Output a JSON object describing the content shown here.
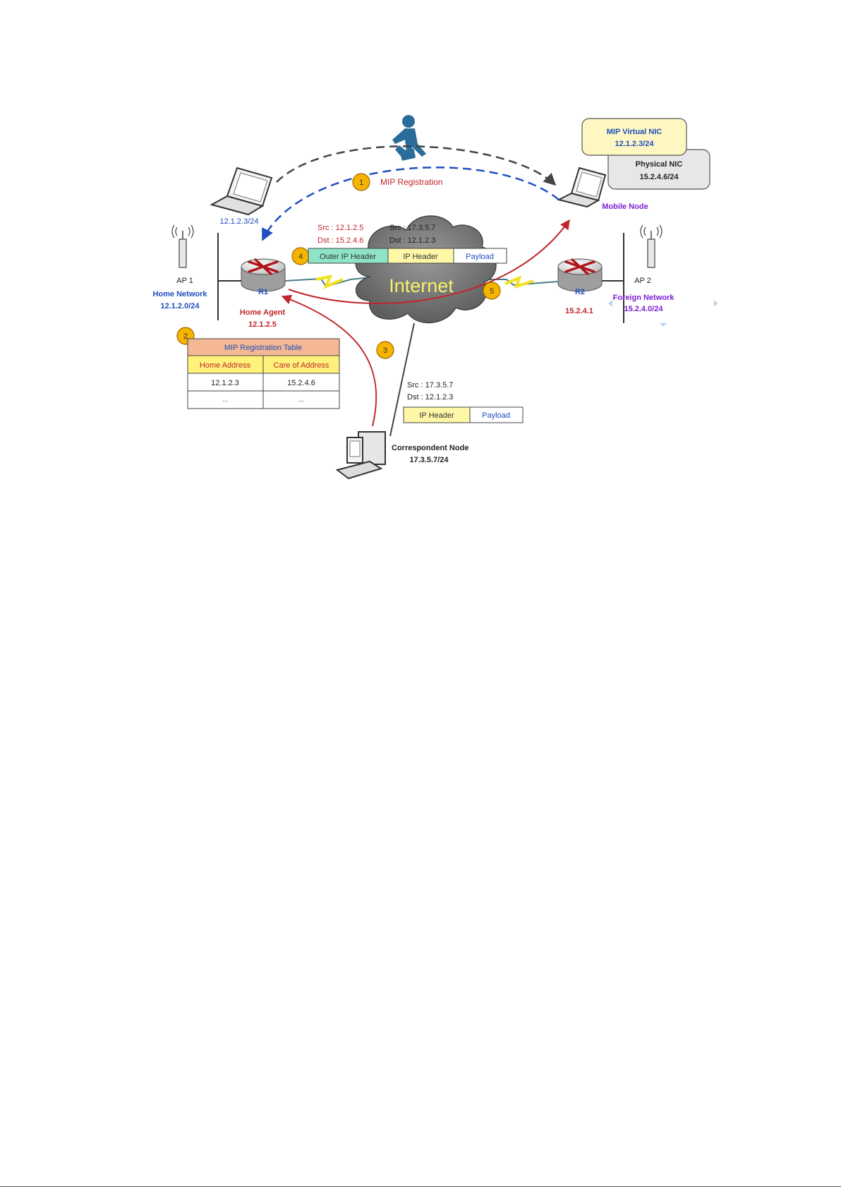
{
  "title": "",
  "steps": {
    "s1": "1",
    "s2": "2",
    "s3": "3",
    "s4": "4",
    "s5": "5"
  },
  "labels": {
    "mip_registration": "MIP Registration",
    "old_laptop_ip": "12.1.2.3/24",
    "virtual_nic_title": "MIP Virtual NIC",
    "virtual_nic_ip": "12.1.2.3/24",
    "physical_nic_title": "Physical NIC",
    "physical_nic_ip": "15.2.4.6/24",
    "mobile_node": "Mobile Node",
    "ap1": "AP 1",
    "home_network": "Home Network",
    "home_network_ip": "12.1.2.0/24",
    "r1": "R1",
    "home_agent": "Home Agent",
    "home_agent_ip": "12.1.2.5",
    "internet": "Internet",
    "ap2": "AP 2",
    "r2": "R2",
    "r2_ip": "15.2.4.1",
    "foreign_network": "Foreign Network",
    "foreign_network_ip": "15.2.4.0/24",
    "correspondent_node": "Correspondent Node",
    "correspondent_ip": "17.3.5.7/24"
  },
  "tunnel_packet": {
    "outer_src": "Src : 12.1.2.5",
    "outer_dst": "Dst : 15.2.4.6",
    "inner_src": "Src : 17.3.5.7",
    "inner_dst": "Dst : 12.1.2.3",
    "outer_header": "Outer IP Header",
    "ip_header": "IP Header",
    "payload": "Payload"
  },
  "cn_packet": {
    "src": "Src : 17.3.5.7",
    "dst": "Dst : 12.1.2.3",
    "ip_header": "IP Header",
    "payload": "Payload"
  },
  "registration_table": {
    "title": "MIP Registration Table",
    "headers": [
      "Home Address",
      "Care of Address"
    ],
    "rows": [
      [
        "12.1.2.3",
        "15.2.4.6"
      ],
      [
        "...",
        "..."
      ]
    ]
  },
  "colors": {
    "red": "#c0262b",
    "blue": "#1f4fbf",
    "purple": "#7a1fd6",
    "badge": "#f4b400",
    "outer_header_fill": "#8fe3c6",
    "ip_header_fill": "#fff7a8",
    "table_title_fill": "#f4b894",
    "table_header_fill": "#fff27a"
  }
}
